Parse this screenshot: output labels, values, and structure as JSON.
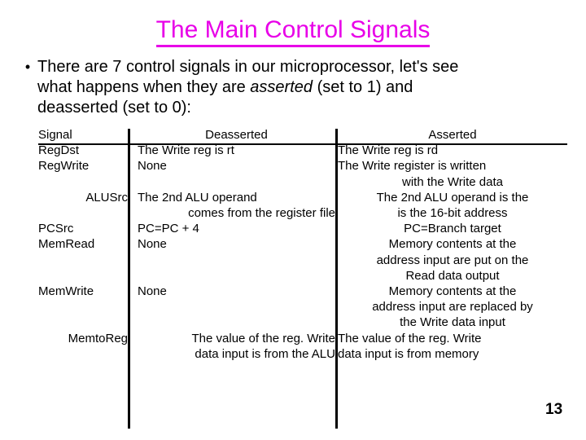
{
  "slide": {
    "title": "The Main Control Signals",
    "page_number": "13",
    "accent_color": "#e800e8",
    "text_color": "#000000",
    "background_color": "#ffffff"
  },
  "bullet": {
    "mark": "•",
    "line1": "There are 7 control signals in our microprocessor, let's see",
    "line2_a": "what happens when they are ",
    "line2_italic": "asserted",
    "line2_b": " (set to 1) and",
    "line3": "deasserted (set to 0):"
  },
  "table": {
    "headers": {
      "signal": "Signal",
      "deasserted": "Deasserted",
      "asserted": "Asserted"
    },
    "lines": [
      {
        "signal": "RegDst",
        "sig_align": "left",
        "deasserted": "The Write reg is rt",
        "de_align": "left",
        "asserted": "The Write reg is rd",
        "as_align": "left"
      },
      {
        "signal": "RegWrite",
        "sig_align": "left",
        "deasserted": "None",
        "de_align": "left",
        "asserted": "The Write register is written",
        "as_align": "left"
      },
      {
        "signal": "",
        "sig_align": "left",
        "deasserted": "",
        "de_align": "left",
        "asserted": "with the Write data",
        "as_align": "center"
      },
      {
        "signal": "ALUSrc",
        "sig_align": "right",
        "deasserted": "The 2nd ALU operand",
        "de_align": "left",
        "asserted": "The 2nd ALU operand is the",
        "as_align": "center"
      },
      {
        "signal": "",
        "sig_align": "left",
        "deasserted": "comes from the register file",
        "de_align": "right",
        "asserted": "is the 16-bit address",
        "as_align": "center"
      },
      {
        "signal": "PCSrc",
        "sig_align": "left",
        "deasserted": "PC=PC + 4",
        "de_align": "left",
        "asserted": "PC=Branch target",
        "as_align": "center"
      },
      {
        "signal": "MemRead",
        "sig_align": "left",
        "deasserted": "None",
        "de_align": "left",
        "asserted": "Memory contents at the",
        "as_align": "center"
      },
      {
        "signal": "",
        "sig_align": "left",
        "deasserted": "",
        "de_align": "left",
        "asserted": "address input are put on the",
        "as_align": "center"
      },
      {
        "signal": "",
        "sig_align": "left",
        "deasserted": "",
        "de_align": "left",
        "asserted": "Read data output",
        "as_align": "center"
      },
      {
        "signal": "MemWrite",
        "sig_align": "left",
        "deasserted": "None",
        "de_align": "left",
        "asserted": "Memory contents at the",
        "as_align": "center"
      },
      {
        "signal": "",
        "sig_align": "left",
        "deasserted": "",
        "de_align": "left",
        "asserted": "address input are replaced by",
        "as_align": "center"
      },
      {
        "signal": "",
        "sig_align": "left",
        "deasserted": "",
        "de_align": "left",
        "asserted": "the Write data input",
        "as_align": "center"
      },
      {
        "signal": "MemtoReg",
        "sig_align": "right",
        "deasserted": "The value of the reg. Write",
        "de_align": "right",
        "asserted": "The value of the reg. Write",
        "as_align": "left"
      },
      {
        "signal": "",
        "sig_align": "left",
        "deasserted": "data input is from the ALU",
        "de_align": "right",
        "asserted": "data input is from memory",
        "as_align": "left"
      }
    ]
  }
}
